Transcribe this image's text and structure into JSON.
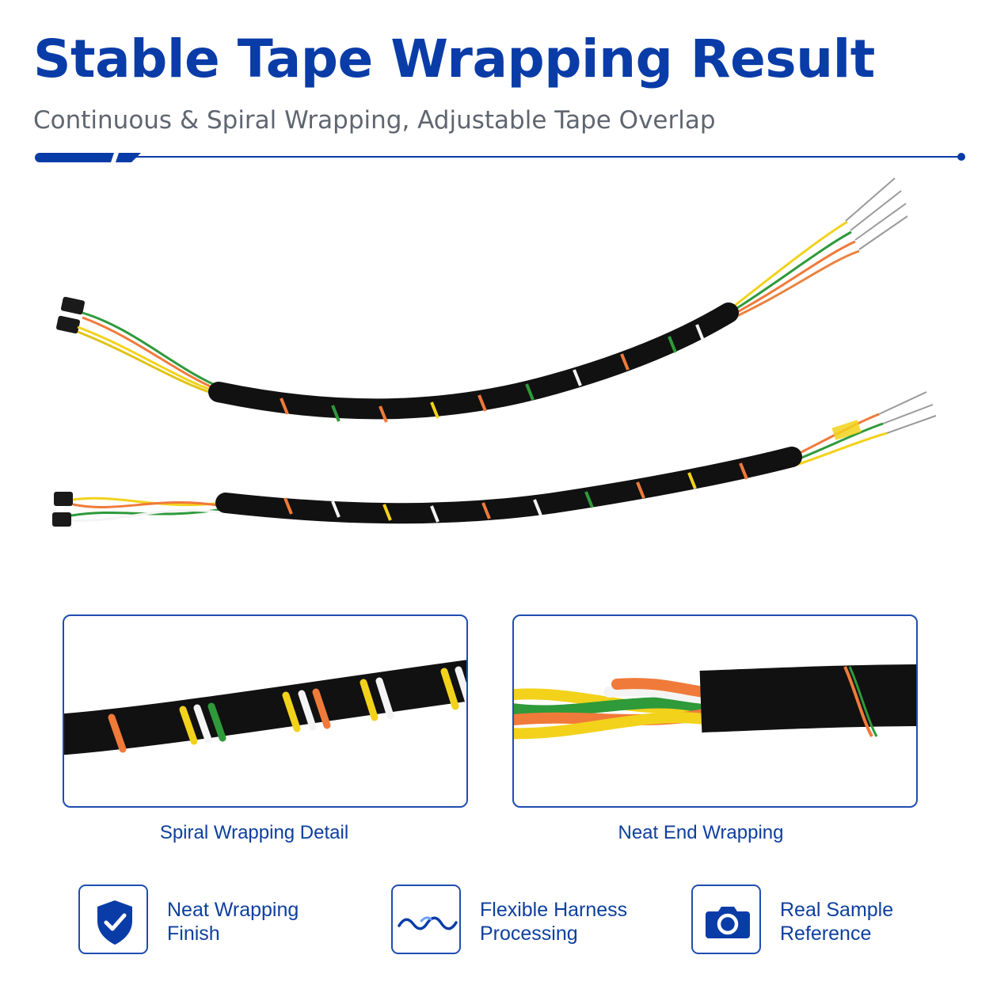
{
  "header": {
    "title": "Stable Tape Wrapping Result",
    "subtitle": "Continuous & Spiral Wrapping, Adjustable Tape Overlap"
  },
  "details": [
    {
      "caption": "Spiral Wrapping Detail"
    },
    {
      "caption": "Neat End Wrapping"
    }
  ],
  "features": [
    {
      "icon": "shield-check-icon",
      "line1": "Neat Wrapping",
      "line2": "Finish"
    },
    {
      "icon": "wave-icon",
      "line1": "Flexible Harness",
      "line2": "Processing"
    },
    {
      "icon": "camera-icon",
      "line1": "Real Sample",
      "line2": "Reference"
    }
  ],
  "colors": {
    "brand": "#0a3ca8",
    "accent": "#1f4db0",
    "subtitle": "#5f6670",
    "tape": "#111111",
    "wire_yellow": "#f2d21b",
    "wire_green": "#2e9a3a",
    "wire_orange": "#f07a3a",
    "wire_white": "#f4f4f4"
  }
}
